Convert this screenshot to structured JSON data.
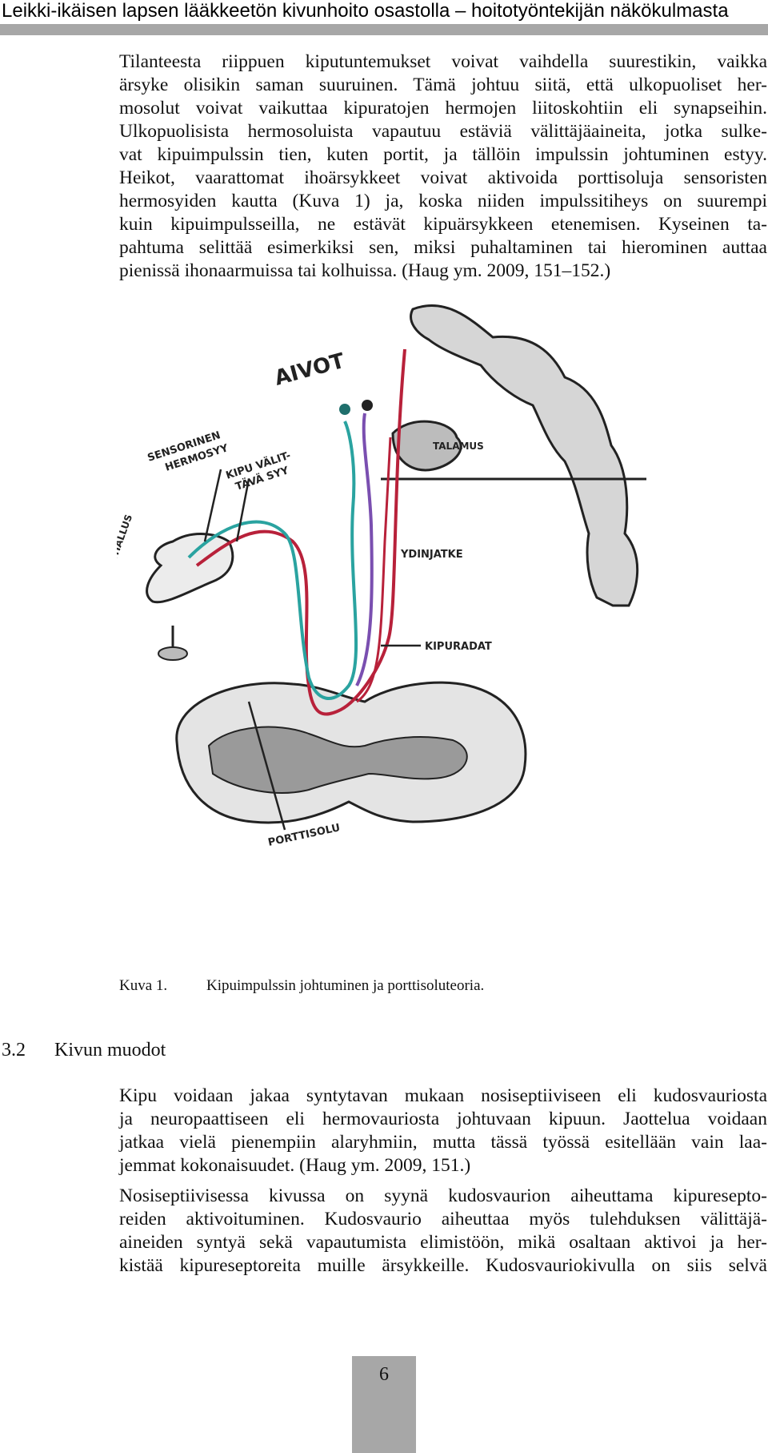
{
  "header": {
    "title": "Leikki-ikäisen lapsen lääkkeetön kivunhoito osastolla – hoitotyöntekijän näkökulmasta"
  },
  "paragraphs": {
    "p1": [
      "Tilanteesta riippuen kiputuntemukset voivat vaihdella suurestikin, vaikka",
      "ärsyke olisikin saman suuruinen. Tämä johtuu siitä, että ulkopuoliset her-",
      "mosolut voivat vaikuttaa kipuratojen hermojen liitoskohtiin eli synapseihin.",
      "Ulkopuolisista hermosoluista vapautuu estäviä välittäjäaineita, jotka sulke-",
      "vat kipuimpulssin tien, kuten portit, ja tällöin impulssin johtuminen estyy.",
      "Heikot, vaarattomat ihoärsykkeet voivat aktivoida porttisoluja sensoristen",
      "hermosyiden kautta (Kuva 1) ja, koska niiden impulssitiheys on suurempi",
      "kuin kipuimpulsseilla, ne estävät kipuärsykkeen etenemisen. Kyseinen ta-",
      "pahtuma selittää esimerkiksi sen, miksi puhaltaminen tai hierominen auttaa",
      "pienissä ihonaarmuissa tai kolhuissa. (Haug ym. 2009, 151–152.)"
    ],
    "p2": [
      "Kipu voidaan jakaa syntytavan mukaan nosiseptiiviseen eli kudosvauriosta",
      "ja neuropaattiseen eli hermovauriosta johtuvaan kipuun. Jaottelua voidaan",
      "jatkaa vielä pienempiin alaryhmiin, mutta tässä työssä esitellään vain laa-",
      "jemmat kokonaisuudet. (Haug ym. 2009, 151.)"
    ],
    "p3": [
      "Nosiseptiivisessa kivussa on syynä kudosvaurion aiheuttama kipureseptо-",
      "reiden aktivoituminen. Kudosvaurio aiheuttaa myös tulehduksen välittäjä-",
      "aineiden syntyä sekä vapautumista elimistöön, mikä osaltaan aktivoi ja her-",
      "kistää kipureseptoreita muille ärsykkeille. Kudosvauriokivulla on siis selvä"
    ]
  },
  "figure": {
    "labels": {
      "aivot": "AIVOT",
      "talamus": "TALAMUS",
      "sensorinen": "SENSORINEN",
      "hermosyy": "HERMOSYY",
      "kipu_valit": "KIPU VÄLIT-",
      "tava_syy": "TÄVÄ SYY",
      "puhallus": "PUHALLUS",
      "yoinjatke": "YDINJATKE",
      "kipuradat": "KIPURADAT",
      "porttisolu": "PORTTISOLU"
    },
    "caption_number": "Kuva 1.",
    "caption_text": "Kipuimpulssin johtuminen ja porttisoluteoria."
  },
  "section": {
    "number": "3.2",
    "title": "Kivun muodot"
  },
  "footer": {
    "page_number": "6"
  },
  "colors": {
    "header_bar": "#a7a7a7",
    "pain_fiber": "#b8213a",
    "sensory_fiber": "#2aa3a0",
    "inhibitory_fiber": "#7a4fb0",
    "page_box": "#a7a7a7"
  }
}
